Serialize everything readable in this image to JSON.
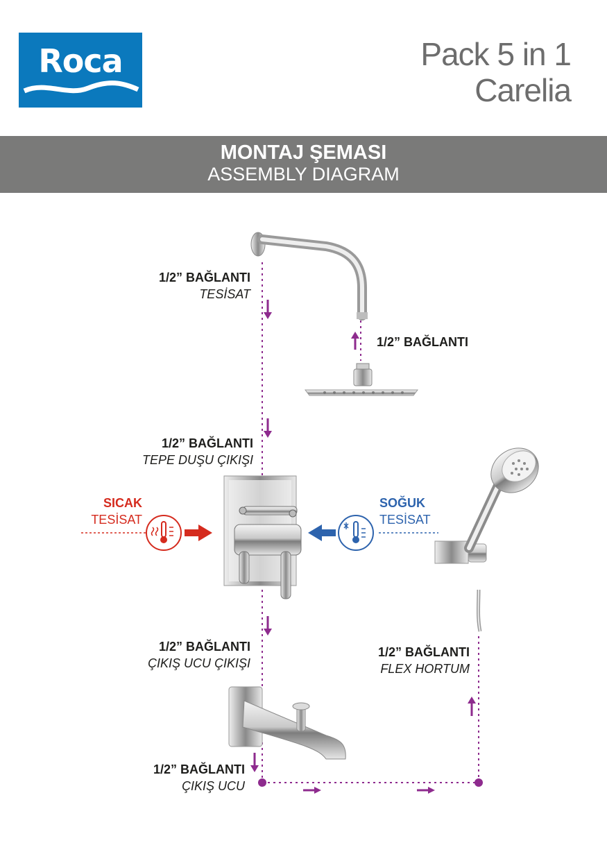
{
  "brand": {
    "logo_text": "Roca"
  },
  "header": {
    "line1": "Pack 5 in 1",
    "line2": "Carelia"
  },
  "banner": {
    "title": "MONTAJ ŞEMASI",
    "subtitle": "ASSEMBLY DIAGRAM"
  },
  "labels": {
    "wall_arm": {
      "bold": "1/2” BAĞLANTI",
      "italic": "TESİSAT"
    },
    "head": {
      "bold": "1/2” BAĞLANTI"
    },
    "top_outlet": {
      "bold": "1/2” BAĞLANTI",
      "italic": "TEPE DUŞU ÇIKIŞI"
    },
    "hot": {
      "title": "SICAK",
      "sub": "TESİSAT"
    },
    "cold": {
      "title": "SOĞUK",
      "sub": "TESİSAT"
    },
    "spout_outlet": {
      "bold": "1/2” BAĞLANTI",
      "italic": "ÇIKIŞ UCU ÇIKIŞI"
    },
    "flex": {
      "bold": "1/2” BAĞLANTI",
      "italic": "FLEX HORTUM"
    },
    "spout": {
      "bold": "1/2” BAĞLANTI",
      "italic": "ÇIKIŞ UCU"
    }
  },
  "colors": {
    "brand": "#0b79bd",
    "banner": "#7a7a79",
    "flow": "#8e2b8e",
    "hot": "#d52b1e",
    "cold": "#2d63ad"
  }
}
